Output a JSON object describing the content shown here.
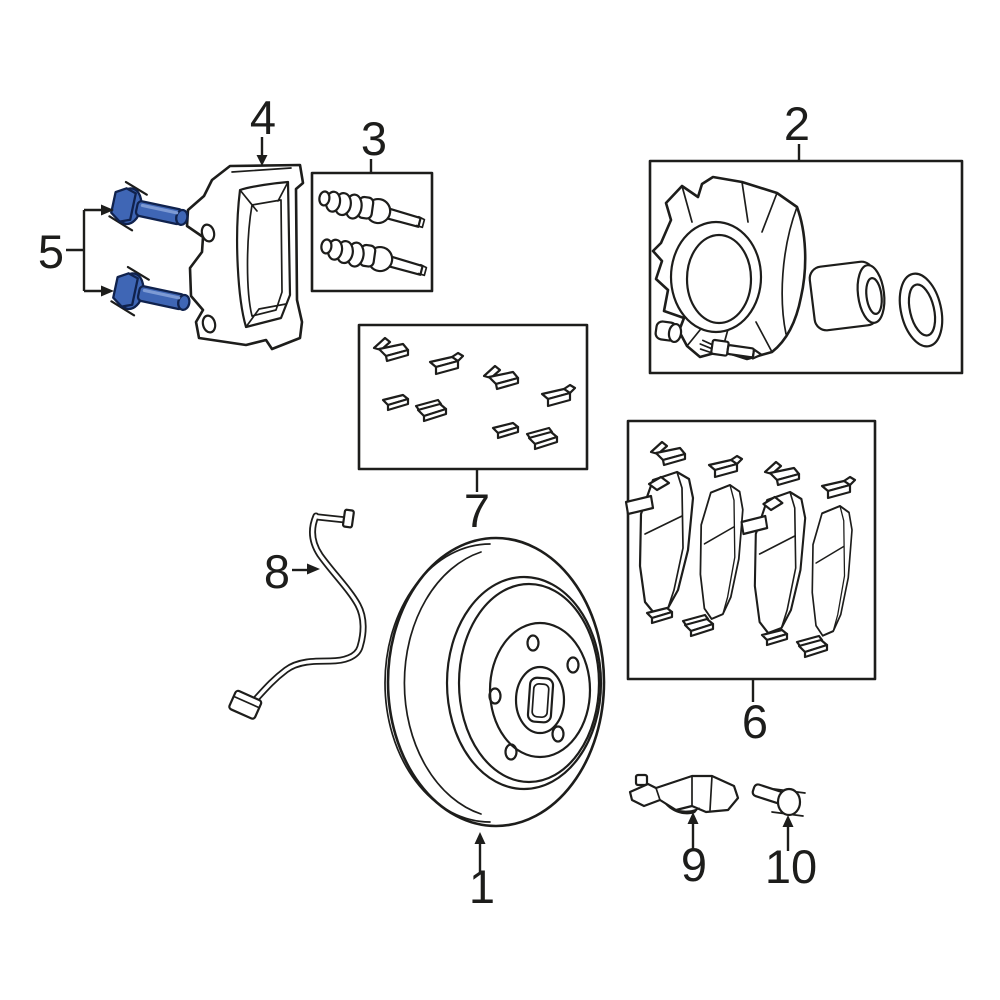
{
  "diagram": {
    "description": "Exploded line-art parts diagram of a disc brake assembly with numbered callouts",
    "colors": {
      "background": "#ffffff",
      "line": "#1d1d1b",
      "highlight_fill": "#3f66b5",
      "highlight_light": "#7d9ad4"
    },
    "parts": [
      {
        "callout": "1",
        "name": "brake rotor",
        "highlighted": false
      },
      {
        "callout": "2",
        "name": "brake caliper assembly kit",
        "highlighted": false
      },
      {
        "callout": "3",
        "name": "caliper guide pin kit",
        "highlighted": false
      },
      {
        "callout": "4",
        "name": "caliper mounting bracket",
        "highlighted": false
      },
      {
        "callout": "5",
        "name": "caliper bracket mounting bolts",
        "highlighted": true
      },
      {
        "callout": "6",
        "name": "brake pad set with clips",
        "highlighted": false
      },
      {
        "callout": "7",
        "name": "brake pad hardware clip kit",
        "highlighted": false
      },
      {
        "callout": "8",
        "name": "brake hose",
        "highlighted": false
      },
      {
        "callout": "9",
        "name": "brake pad wear sensor",
        "highlighted": false
      },
      {
        "callout": "10",
        "name": "sensor mounting bolt",
        "highlighted": false
      }
    ]
  }
}
